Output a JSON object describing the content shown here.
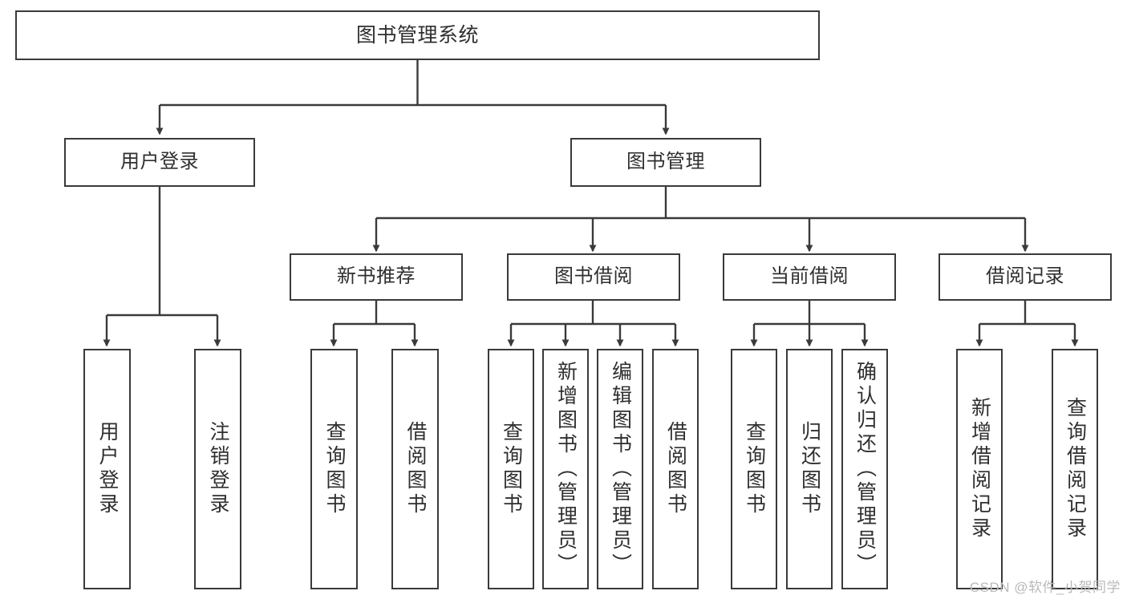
{
  "diagram": {
    "type": "tree-hierarchy",
    "title": "图书管理系统",
    "background_color": "#ffffff",
    "line_color": "#3a3a3a",
    "text_color": "#2f2f2f",
    "levels": 4
  },
  "nodes": {
    "root": {
      "label": "图书管理系统"
    },
    "level2": [
      {
        "label": "用户登录"
      },
      {
        "label": "图书管理"
      }
    ],
    "level3": [
      {
        "label": "新书推荐"
      },
      {
        "label": "图书借阅"
      },
      {
        "label": "当前借阅"
      },
      {
        "label": "借阅记录"
      }
    ],
    "leaves": {
      "user_login": [
        {
          "label": "用户登录"
        },
        {
          "label": "注销登录"
        }
      ],
      "new_book_recommend": [
        {
          "label": "查询图书"
        },
        {
          "label": "借阅图书"
        }
      ],
      "book_borrow": [
        {
          "label": "查询图书"
        },
        {
          "label": "新增图书（管理员）"
        },
        {
          "label": "编辑图书（管理员）"
        },
        {
          "label": "借阅图书"
        }
      ],
      "current_borrow": [
        {
          "label": "查询图书"
        },
        {
          "label": "归还图书"
        },
        {
          "label": "确认归还（管理员）"
        }
      ],
      "borrow_record": [
        {
          "label": "新增借阅记录"
        },
        {
          "label": "查询借阅记录"
        }
      ]
    }
  },
  "watermark": {
    "text": "CSDN @软件_小贺同学"
  }
}
